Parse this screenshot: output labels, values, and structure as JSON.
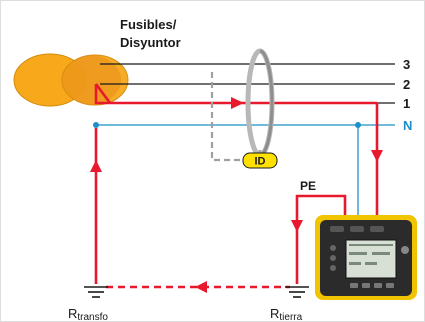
{
  "labels": {
    "fuse_line1": "Fusibles/",
    "fuse_line2": "Disyuntor",
    "line_3": "3",
    "line_2": "2",
    "line_1": "1",
    "line_n": "N",
    "id_tag": "ID",
    "pe": "PE",
    "r_transfo_main": "R",
    "r_transfo_sub": "transfo",
    "r_tierra_main": "R",
    "r_tierra_sub": "tierra"
  },
  "colors": {
    "current_path": "#e8192c",
    "phase_lines": "#1a1a1a",
    "neutral_line": "#1e90c8",
    "transformer": "#f7a81b",
    "clamp": "#a9a9a9",
    "id_tag_fill": "#ffe100",
    "instrument_body": "#2b2b2b",
    "instrument_trim": "#f0c400"
  }
}
